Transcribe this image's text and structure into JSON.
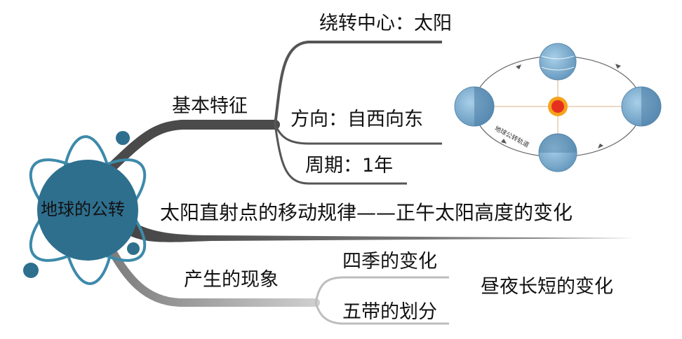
{
  "center": {
    "label": "地球的公转"
  },
  "branches": {
    "basic": {
      "label": "基本特征",
      "items": [
        "绕转中心：太阳",
        "方向：自西向东",
        "周期：1年"
      ]
    },
    "sun_point": {
      "label": "太阳直射点的移动规律——正午太阳高度的变化"
    },
    "phenomena": {
      "label": "产生的现象",
      "items": [
        "四季的变化",
        "五带的划分"
      ],
      "extra": "昼夜长短的变化"
    }
  },
  "orbit_figure": {
    "orbit_label": "地球公转轨道",
    "sun_icon": "sun-icon",
    "earth_icon": "earth-globe-icon"
  },
  "colors": {
    "atom_teal": "#2e6f8e",
    "atom_ring": "#3d8aaa",
    "branch_dark": "#555555",
    "branch_light": "#c8c8c8",
    "sun_red": "#e53020",
    "sun_glow": "#f7a21b",
    "earth_blue": "#7fb2d6"
  }
}
